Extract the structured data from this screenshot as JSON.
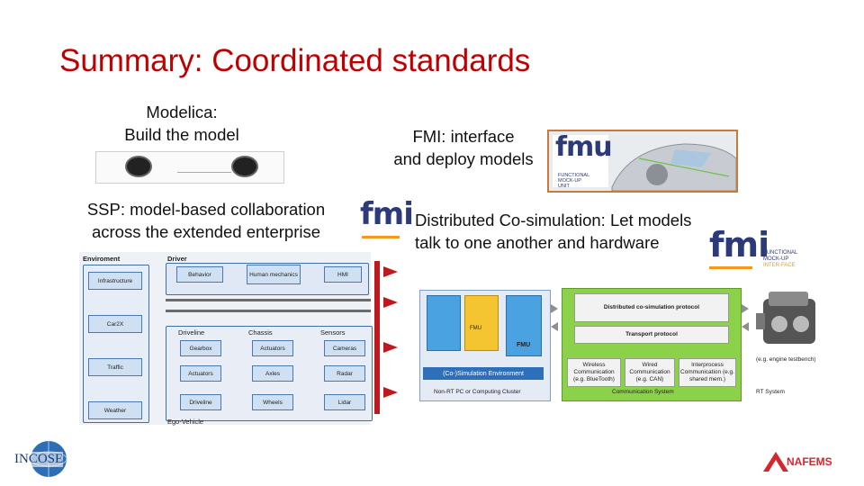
{
  "slide": {
    "title": "Summary: Coordinated standards",
    "modelica": {
      "line1": "Modelica:",
      "line2": "Build the model"
    },
    "fmi": {
      "line1": "FMI: interface",
      "line2": "and deploy models"
    },
    "ssp": {
      "line1": "SSP: model-based collaboration",
      "line2": "across the extended enterprise"
    },
    "dcp": {
      "line1": "Distributed Co-simulation: Let models",
      "line2": "talk to one another and hardware"
    }
  },
  "logos": {
    "fmu_text": "fmu",
    "fmu_sub": [
      "FUNCTIONAL",
      "MOCK-UP",
      "UNIT"
    ],
    "fmi_text": "fmi",
    "fmi_sub": [
      "FUNCTIONAL",
      "MOCK-UP",
      "INTER-FACE"
    ],
    "incose": "INCOSE",
    "nafems": "NAFEMS",
    "colors": {
      "title": "#c00000",
      "fmi_dark": "#2d3a7a",
      "fmi_orange": "#f39a1e",
      "nafems_red": "#d6262d"
    }
  },
  "ssp_diagram": {
    "environment": "Enviroment",
    "driver": "Driver",
    "env_items": [
      "Infrastructure",
      "Car2X",
      "Traffic",
      "Weather"
    ],
    "driver_items": [
      "Behavior",
      "Human mechanics",
      "HMI"
    ],
    "groups": [
      {
        "name": "Driveline",
        "items": [
          "Gearbox",
          "Actuators",
          "Driveline"
        ]
      },
      {
        "name": "Chassis",
        "items": [
          "Actuators",
          "Axles",
          "Wheels"
        ]
      },
      {
        "name": "Sensors",
        "items": [
          "Cameras",
          "Radar",
          "Lidar"
        ]
      }
    ],
    "ego": "Ego-Vehicle"
  },
  "cosim_diagram": {
    "dcp_title": "Distributed co-simulation protocol",
    "transport": "Transport protocol",
    "fmu_labels": [
      "FMU",
      "FMU"
    ],
    "sim_env": "(Co-)Simulation Environment",
    "non_rt": "Non-RT PC or Computing Cluster",
    "comm_items": [
      "Wireless Communication (e.g. BlueTooth)",
      "Wired Communication (e.g. CAN)",
      "Interprocess Communication (e.g. shared mem.)"
    ],
    "comm_system": "Communication System",
    "engine": "(e.g. engine testbench)",
    "rt_system": "RT System"
  }
}
